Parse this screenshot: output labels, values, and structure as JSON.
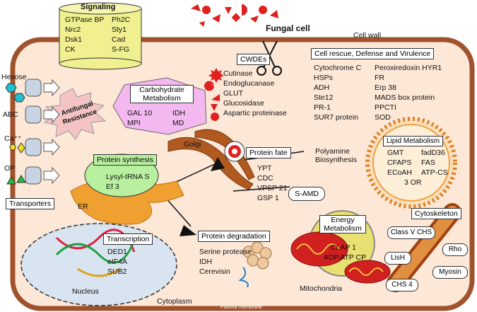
{
  "title": "Fungal cell",
  "cell_wall": "Cell wall",
  "plasma_membrane": "Plasma membrane",
  "cytoplasm": "Cytoplasm",
  "signaling": {
    "title": "Signaling",
    "items": [
      "GTPase BP",
      "Ph2C",
      "Nrc2",
      "Sty1",
      "Dsk1",
      "Cad",
      "CK",
      "S-FG"
    ]
  },
  "transporters": {
    "title": "Transporters",
    "labels": [
      "Hexose",
      "ABC",
      "Ca⁺⁺",
      "OP"
    ]
  },
  "antifungal": [
    "Antifungal",
    "Resistance"
  ],
  "cwdes": {
    "title": "CWDEs",
    "items": [
      "Cutinase",
      "Endoglucanase",
      "GLUT",
      "Glucosidase",
      "Aspartic proteinase"
    ]
  },
  "rescue": {
    "title": "Cell rescue, Defense and Virulence",
    "col1": [
      "Cytochrome C",
      "HSPs",
      "ADH",
      "Ste12",
      "PR-1",
      "SUR7 protein"
    ],
    "col2": [
      "Peroxiredoxin HYR1",
      "FR",
      "Erp 38",
      "MADS box protein",
      "PPCTI",
      "SOD"
    ]
  },
  "carb": {
    "title": [
      "Carbohydrate",
      "Metabolism"
    ],
    "items": [
      "GAL 10",
      "IDH",
      "MPI",
      "MD"
    ]
  },
  "golgi": "Golgi",
  "protein_fate": {
    "title": "Protein fate",
    "items": [
      "YPT",
      "CDC",
      "VPSP 21",
      "GSP 1"
    ]
  },
  "polyamine": [
    "Polyamine",
    "Biosynthesis"
  ],
  "samd": "S-AMD",
  "lipid": {
    "title": "Lipid Metabolism",
    "items": [
      "GMT",
      "fadD36",
      "CFAPS",
      "FAS",
      "ECoAH",
      "ATP-CS",
      "3 OR"
    ]
  },
  "protein_synthesis": {
    "title": "Protein synthesis",
    "items": [
      "Lysyl-tRNA S",
      "Ef 3"
    ]
  },
  "er": "ER",
  "protein_deg": {
    "title": "Protein degradation",
    "items": [
      "Serine protease",
      "IDH",
      "Cerevisin"
    ]
  },
  "energy": {
    "title": [
      "Energy",
      "Metabolism"
    ],
    "items": [
      "CLAP 1",
      "ADP,ATP CP"
    ]
  },
  "mitochondria": "Mitochondria",
  "cytoskeleton": {
    "title": "Cytoskeleton",
    "items": [
      "Class V CHS",
      "Rho",
      "LisH",
      "Myosin",
      "CHS 4"
    ]
  },
  "transcription": {
    "title": "Transcription",
    "items": [
      "DED1",
      "eIF4A",
      "SUB2"
    ]
  },
  "nucleus": "Nucleus",
  "colors": {
    "wall": "#a0522d",
    "cell_fill": "#fde8d8",
    "signaling_fill": "#f0f090",
    "carb_fill": "#f4b8f0",
    "ps_fill": "#b8f0a0",
    "energy_fill": "#e8e070",
    "lipid_fill": "#f0a040",
    "nucleus_fill": "#d8e4f0",
    "red": "#e02020"
  }
}
